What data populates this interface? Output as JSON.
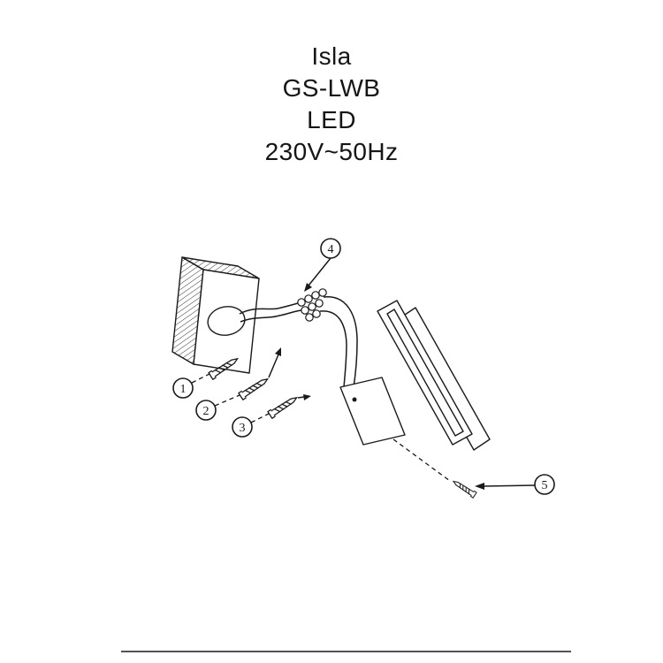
{
  "style": {
    "ink": "#1a1a1a",
    "background": "#ffffff"
  },
  "title": {
    "product_name": "Isla",
    "model": "GS-LWB",
    "lamp_type": "LED",
    "power_rating": "230V~50Hz"
  },
  "diagram": {
    "callouts": [
      {
        "number": "1"
      },
      {
        "number": "2"
      },
      {
        "number": "3"
      },
      {
        "number": "4"
      },
      {
        "number": "5"
      }
    ]
  }
}
